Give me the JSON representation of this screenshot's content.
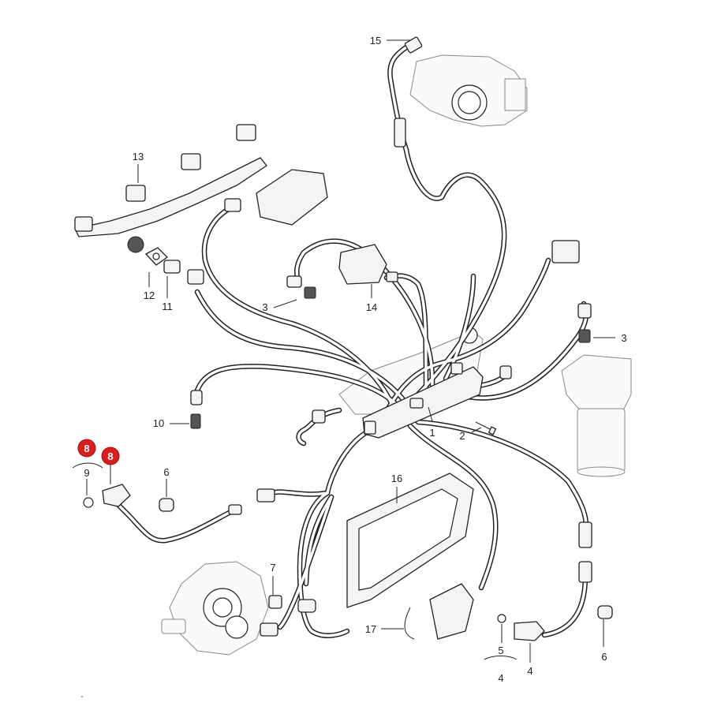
{
  "callouts": [
    {
      "id": "c1",
      "label": "1"
    },
    {
      "id": "c2",
      "label": "2"
    },
    {
      "id": "c3a",
      "label": "3"
    },
    {
      "id": "c3b",
      "label": "3"
    },
    {
      "id": "c4a",
      "label": "4"
    },
    {
      "id": "c4b",
      "label": "4"
    },
    {
      "id": "c5",
      "label": "5"
    },
    {
      "id": "c6a",
      "label": "6"
    },
    {
      "id": "c6b",
      "label": "6"
    },
    {
      "id": "c7",
      "label": "7"
    },
    {
      "id": "c9",
      "label": "9"
    },
    {
      "id": "c10",
      "label": "10"
    },
    {
      "id": "c11",
      "label": "11"
    },
    {
      "id": "c12",
      "label": "12"
    },
    {
      "id": "c13",
      "label": "13"
    },
    {
      "id": "c14",
      "label": "14"
    },
    {
      "id": "c15",
      "label": "15"
    },
    {
      "id": "c16",
      "label": "16"
    },
    {
      "id": "c17",
      "label": "17"
    }
  ],
  "highlight_badges": [
    {
      "id": "b1",
      "label": "8"
    },
    {
      "id": "b2",
      "label": "8"
    }
  ],
  "colors": {
    "badge": "#d81e1e",
    "line": "#222222",
    "background": "#ffffff"
  }
}
